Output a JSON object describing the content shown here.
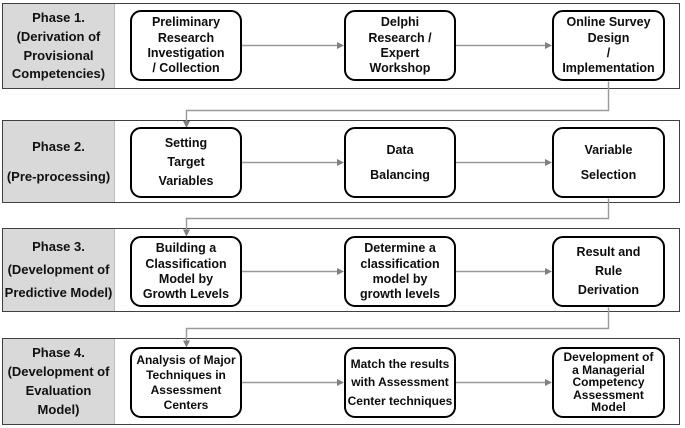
{
  "diagram": {
    "type": "flowchart",
    "colors": {
      "phase_cell_bg": "#d9d9d9",
      "row_border": "#404040",
      "box_border": "#000000",
      "connector_line": "#9a9a9a",
      "arrowhead": "#808080"
    },
    "rows": [
      {
        "phase": {
          "lines": [
            "Phase 1.",
            "(Derivation of",
            "Provisional",
            "Competencies)"
          ]
        },
        "boxes": [
          {
            "lines": [
              "Preliminary",
              "Research",
              "Investigation",
              "/ Collection"
            ]
          },
          {
            "lines": [
              "Delphi",
              "Research /",
              "Expert",
              "Workshop"
            ]
          },
          {
            "lines": [
              "Online Survey",
              "Design",
              "/",
              "Implementation"
            ]
          }
        ]
      },
      {
        "phase": {
          "lines": [
            "Phase 2.",
            "(Pre-processing)"
          ]
        },
        "boxes": [
          {
            "lines": [
              "Setting",
              "Target",
              "Variables"
            ]
          },
          {
            "lines": [
              "Data",
              "Balancing"
            ]
          },
          {
            "lines": [
              "Variable",
              "Selection"
            ]
          }
        ]
      },
      {
        "phase": {
          "lines": [
            "Phase 3.",
            "(Development of",
            "Predictive Model)"
          ]
        },
        "boxes": [
          {
            "lines": [
              "Building a",
              "Classification",
              "Model by",
              "Growth Levels"
            ]
          },
          {
            "lines": [
              "Determine a",
              "classification",
              "model by",
              "growth levels"
            ]
          },
          {
            "lines": [
              "Result and",
              "Rule",
              "Derivation"
            ]
          }
        ]
      },
      {
        "phase": {
          "lines": [
            "Phase 4.",
            "(Development of",
            "Evaluation",
            "Model)"
          ]
        },
        "boxes": [
          {
            "lines": [
              "Analysis of Major",
              "Techniques in",
              "Assessment",
              "Centers"
            ]
          },
          {
            "lines": [
              "Match the results",
              "with Assessment",
              "Center techniques"
            ]
          },
          {
            "lines": [
              "Development of",
              "a Managerial",
              "Competency",
              "Assessment",
              "Model"
            ]
          }
        ]
      }
    ]
  }
}
